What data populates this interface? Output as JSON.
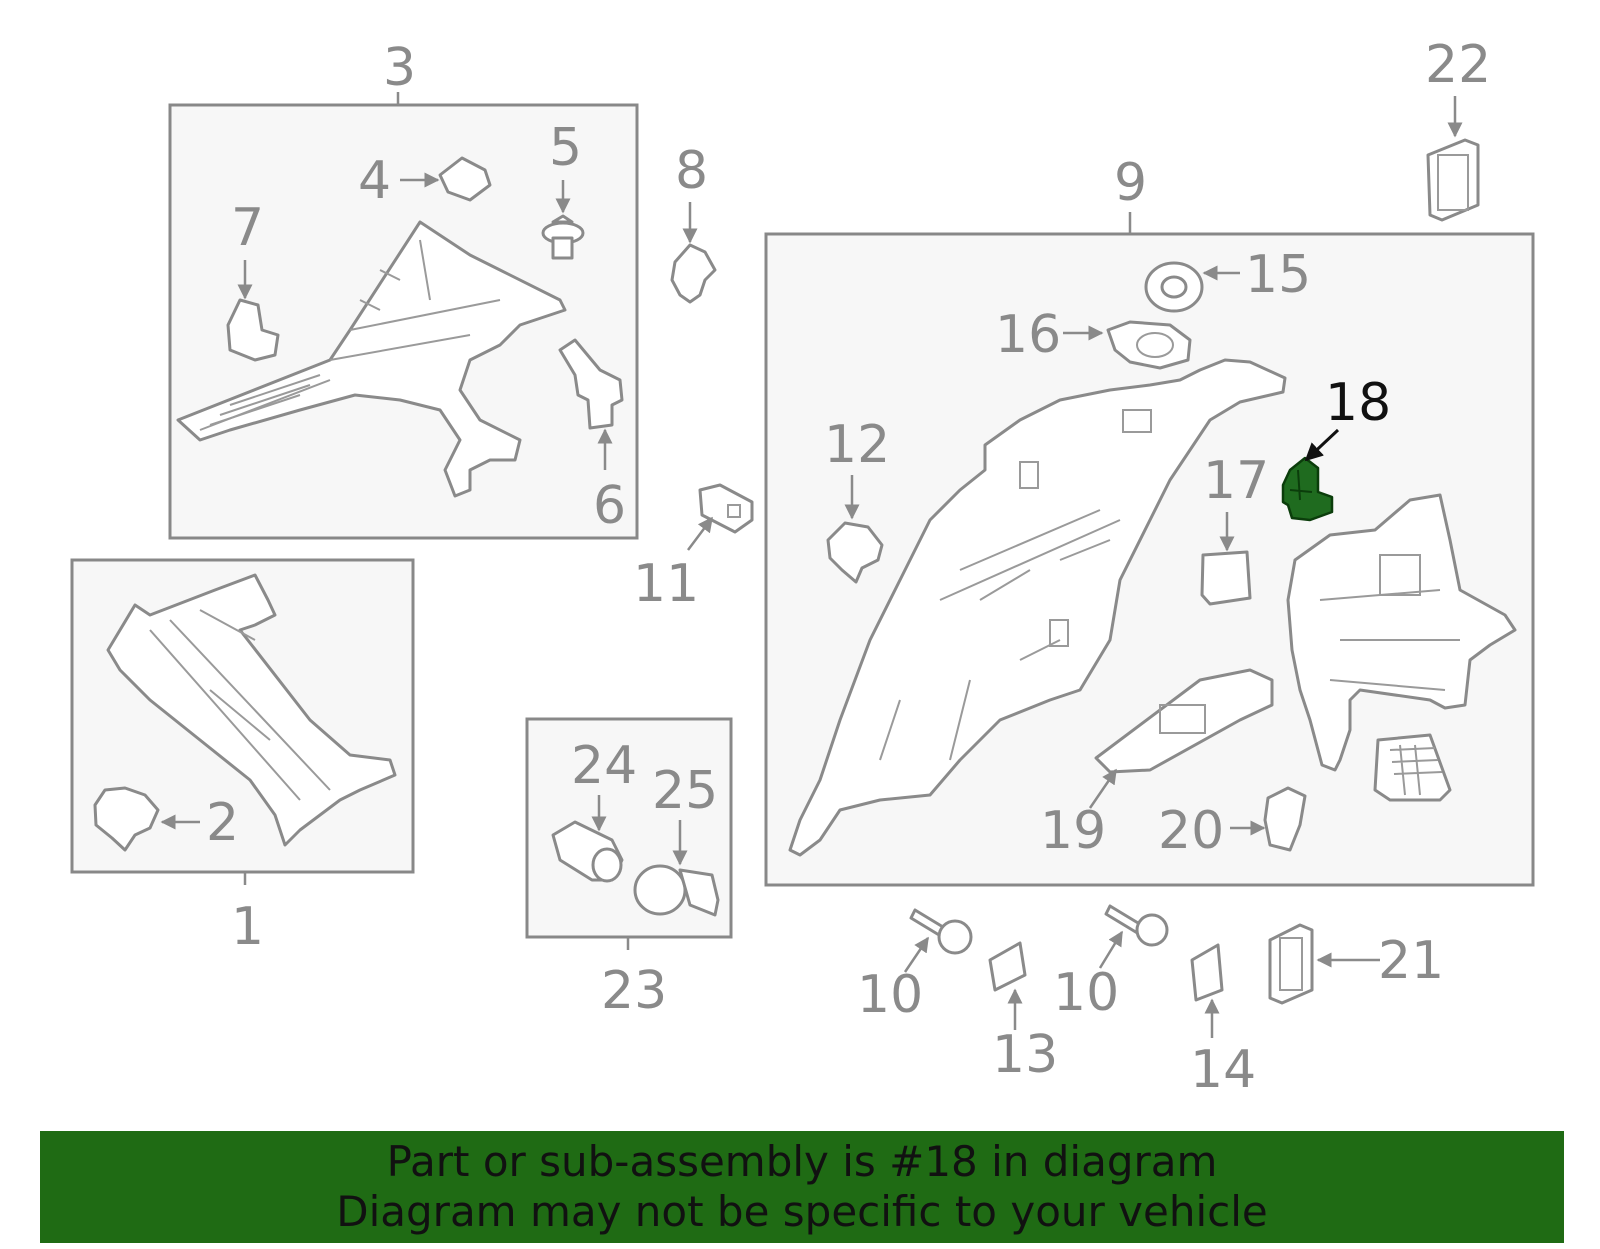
{
  "callouts": {
    "c1": "1",
    "c2": "2",
    "c3": "3",
    "c4": "4",
    "c5": "5",
    "c6": "6",
    "c7": "7",
    "c8": "8",
    "c9": "9",
    "c10a": "10",
    "c10b": "10",
    "c11": "11",
    "c12": "12",
    "c13": "13",
    "c14": "14",
    "c15": "15",
    "c16": "16",
    "c17": "17",
    "c18": "18",
    "c19": "19",
    "c20": "20",
    "c21": "21",
    "c22": "22",
    "c23": "23",
    "c24": "24",
    "c25": "25"
  },
  "highlight": {
    "part_number": "18",
    "color": "#1f6b1f"
  },
  "banner": {
    "line1": "Part or sub-assembly is #18 in diagram",
    "line2": "Diagram may not be specific to your vehicle",
    "background": "#1f6b14"
  }
}
